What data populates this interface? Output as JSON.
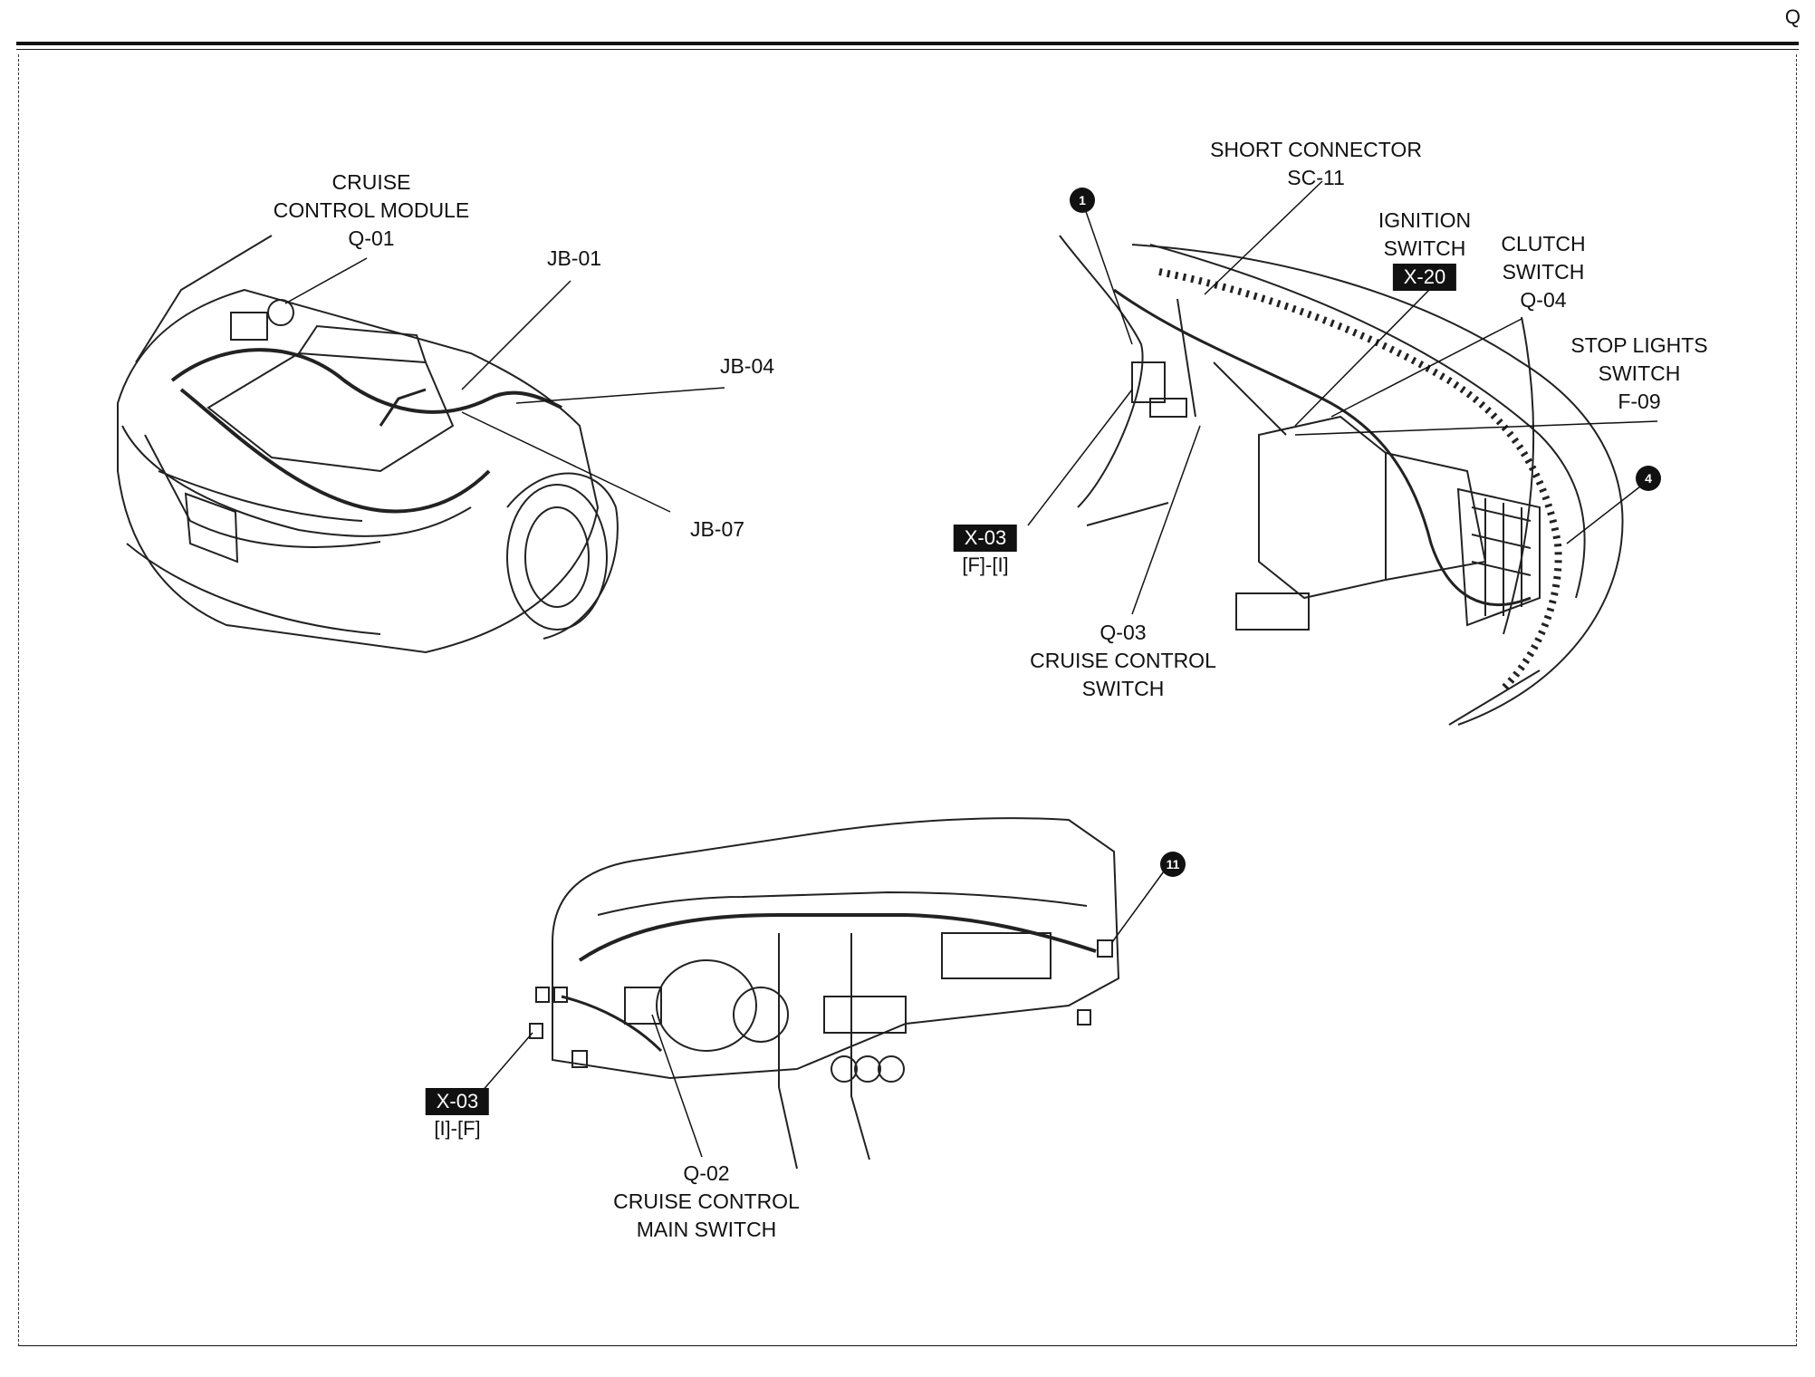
{
  "header": {
    "page_letter": "Q"
  },
  "engine_view": {
    "module": {
      "line1": "CRUISE",
      "line2": "CONTROL MODULE",
      "code": "Q-01"
    },
    "jb01": "JB-01",
    "jb04": "JB-04",
    "jb07": "JB-07"
  },
  "cabin_view": {
    "short_connector": {
      "line1": "SHORT CONNECTOR",
      "code": "SC-11"
    },
    "ignition": {
      "line1": "IGNITION",
      "line2": "SWITCH",
      "tag": "X-20"
    },
    "clutch": {
      "line1": "CLUTCH",
      "line2": "SWITCH",
      "code": "Q-04"
    },
    "stop_lights": {
      "line1": "STOP LIGHTS",
      "line2": "SWITCH",
      "code": "F-09"
    },
    "x03_tag": "X-03",
    "x03_sub": "[F]-[I]",
    "cruise_switch": {
      "code": "Q-03",
      "line1": "CRUISE CONTROL",
      "line2": "SWITCH"
    },
    "marker_1": "1",
    "marker_4": "4"
  },
  "dash_view": {
    "x03_tag": "X-03",
    "x03_sub": "[I]-[F]",
    "main_switch": {
      "code": "Q-02",
      "line1": "CRUISE CONTROL",
      "line2": "MAIN SWITCH"
    },
    "marker_11": "11"
  }
}
